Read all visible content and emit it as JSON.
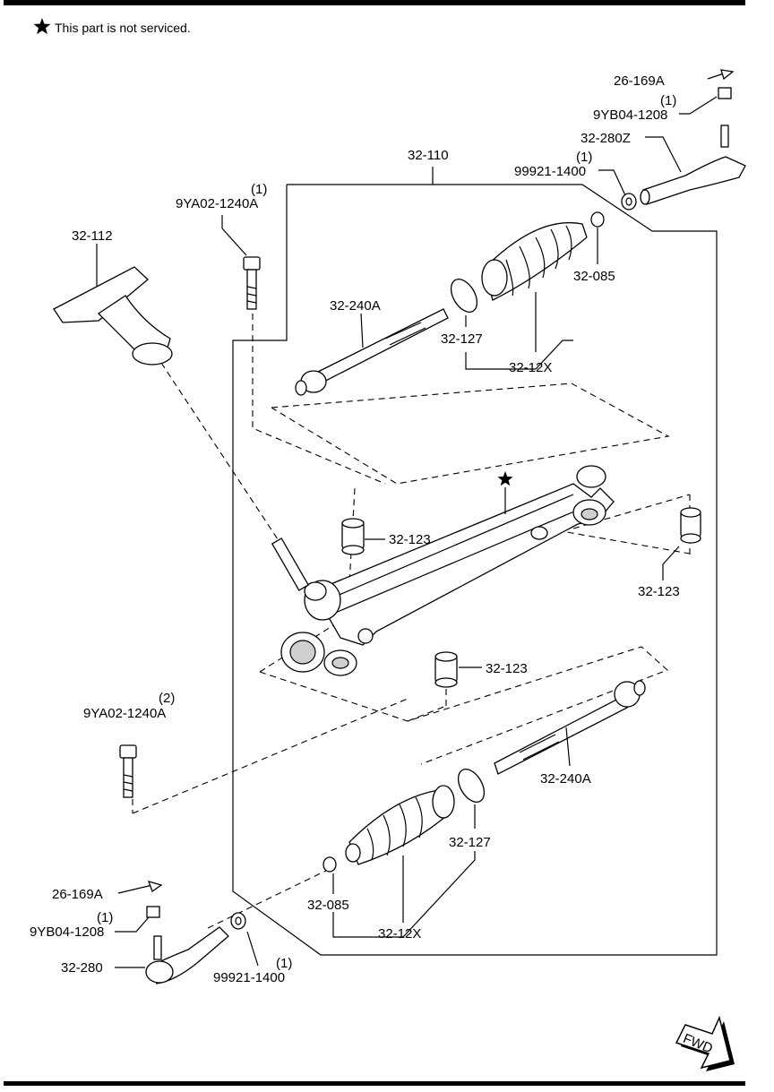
{
  "note": {
    "text": "This part is not serviced."
  },
  "labels": {
    "top_26_169a": "26-169A",
    "top_nut_qty": "(1)",
    "top_nut": "9YB04-1208",
    "top_32_280z": "32-280Z",
    "top_washer_qty": "(1)",
    "top_washer": "99921-1400",
    "assy_32_110": "32-110",
    "bolt1_qty": "(1)",
    "bolt1": "9YA02-1240A",
    "insul_32_112": "32-112",
    "top_32_085": "32-085",
    "top_32_240a": "32-240A",
    "top_32_127": "32-127",
    "top_32_12x": "32-12X",
    "bush_a": "32-123",
    "bush_b": "32-123",
    "bush_c": "32-123",
    "bolt2_qty": "(2)",
    "bolt2": "9YA02-1240A",
    "bot_32_240a": "32-240A",
    "bot_32_127": "32-127",
    "bot_26_169a": "26-169A",
    "bot_32_085": "32-085",
    "bot_32_12x": "32-12X",
    "bot_nut_qty": "(1)",
    "bot_nut": "9YB04-1208",
    "bot_32_280": "32-280",
    "bot_washer_qty": "(1)",
    "bot_washer": "99921-1400",
    "fwd": "FWD"
  }
}
